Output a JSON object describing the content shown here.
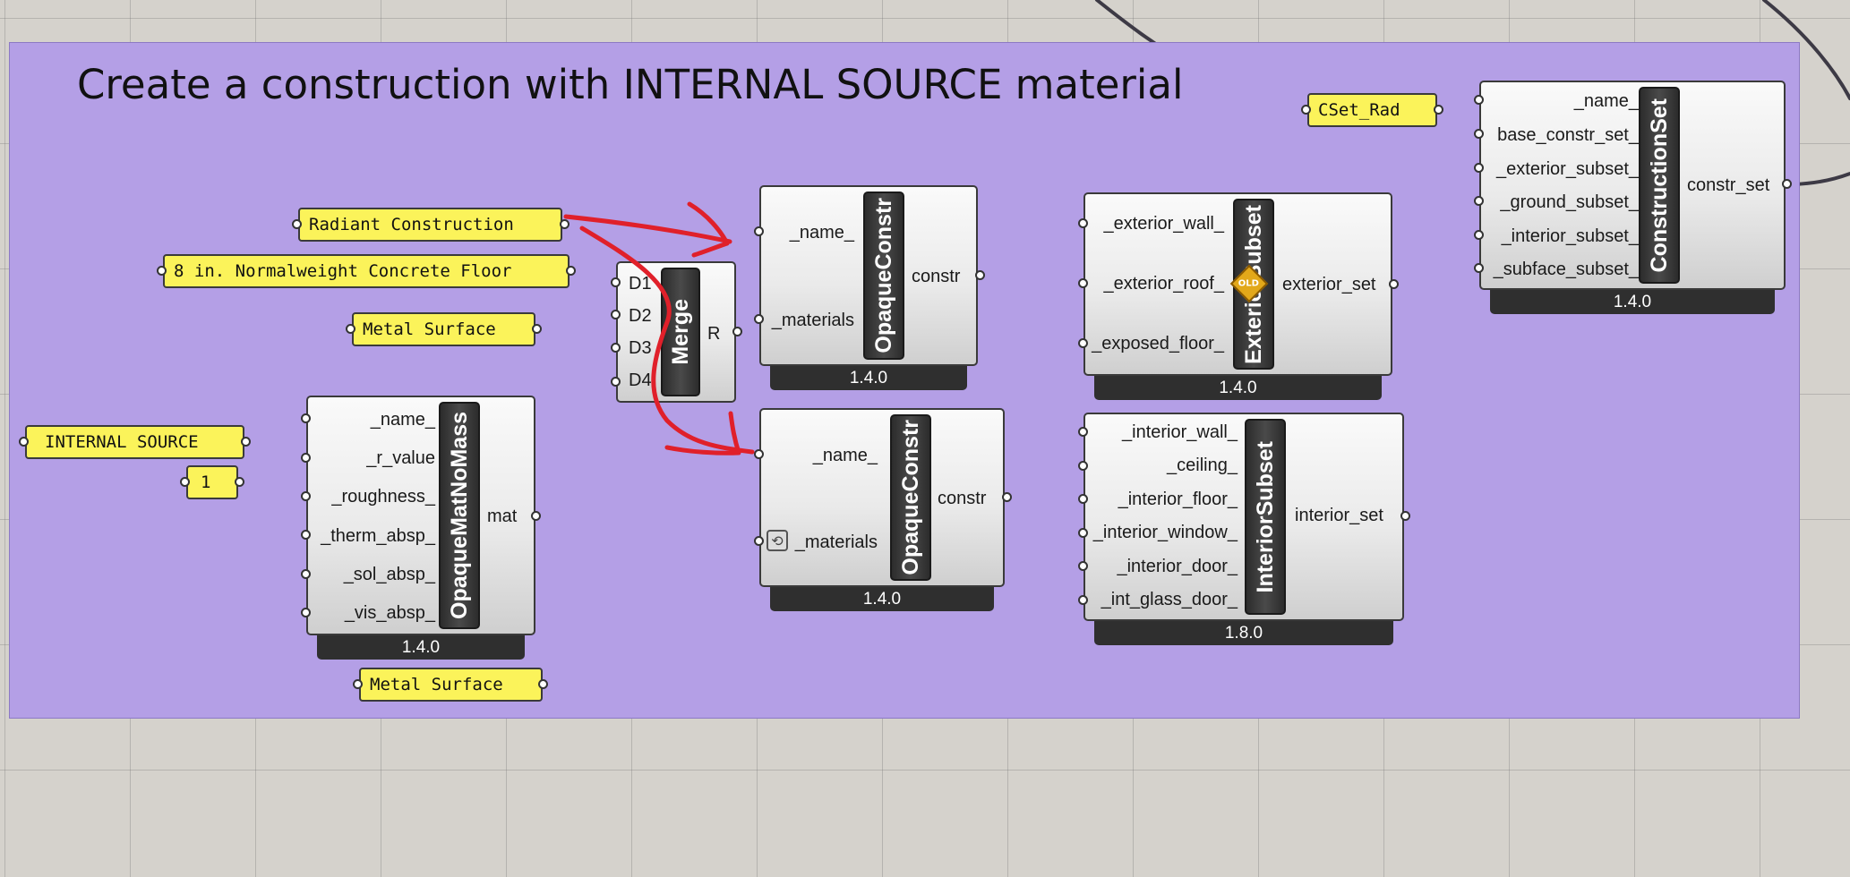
{
  "group": {
    "title": "Create a construction with INTERNAL SOURCE material",
    "color": "#b49fe6"
  },
  "panels": {
    "radiant_construction": "Radiant Construction",
    "concrete_floor": "8 in. Normalweight Concrete Floor",
    "metal_surface_top": "Metal Surface",
    "internal_source": "INTERNAL SOURCE",
    "one": "1",
    "metal_surface_bottom": "Metal Surface",
    "cset_rad": "CSet_Rad"
  },
  "merge": {
    "name": "Merge",
    "inputs": [
      "D1",
      "D2",
      "D3",
      "D4"
    ],
    "output": "R"
  },
  "opaque_mat": {
    "name": "OpaqueMatNoMass",
    "inputs": [
      "_name_",
      "_r_value",
      "_roughness_",
      "_therm_absp_",
      "_sol_absp_",
      "_vis_absp_"
    ],
    "output": "mat",
    "version": "1.4.0"
  },
  "opaque_constr_top": {
    "name": "OpaqueConstr",
    "inputs": [
      "_name_",
      "_materials"
    ],
    "output": "constr",
    "version": "1.4.0"
  },
  "opaque_constr_bottom": {
    "name": "OpaqueConstr",
    "inputs": [
      "_name_",
      "_materials"
    ],
    "output": "constr",
    "version": "1.4.0"
  },
  "exterior_subset": {
    "name": "ExteriorSubset",
    "inputs": [
      "_exterior_wall_",
      "_exterior_roof_",
      "_exposed_floor_"
    ],
    "output": "exterior_set",
    "version": "1.4.0",
    "badge": "OLD"
  },
  "interior_subset": {
    "name": "InteriorSubset",
    "inputs": [
      "_interior_wall_",
      "_ceiling_",
      "_interior_floor_",
      "_interior_window_",
      "_interior_door_",
      "_int_glass_door_"
    ],
    "output": "interior_set",
    "version": "1.8.0"
  },
  "construction_set": {
    "name": "ConstructionSet",
    "inputs": [
      "_name_",
      "base_constr_set_",
      "_exterior_subset_",
      "_ground_subset_",
      "_interior_subset_",
      "_subface_subset_"
    ],
    "output": "constr_set",
    "version": "1.4.0"
  },
  "colors": {
    "panel": "#fbf35a",
    "wire": "#3d3a45",
    "annotation": "#e0202a",
    "canvas": "#d5d2cc"
  }
}
